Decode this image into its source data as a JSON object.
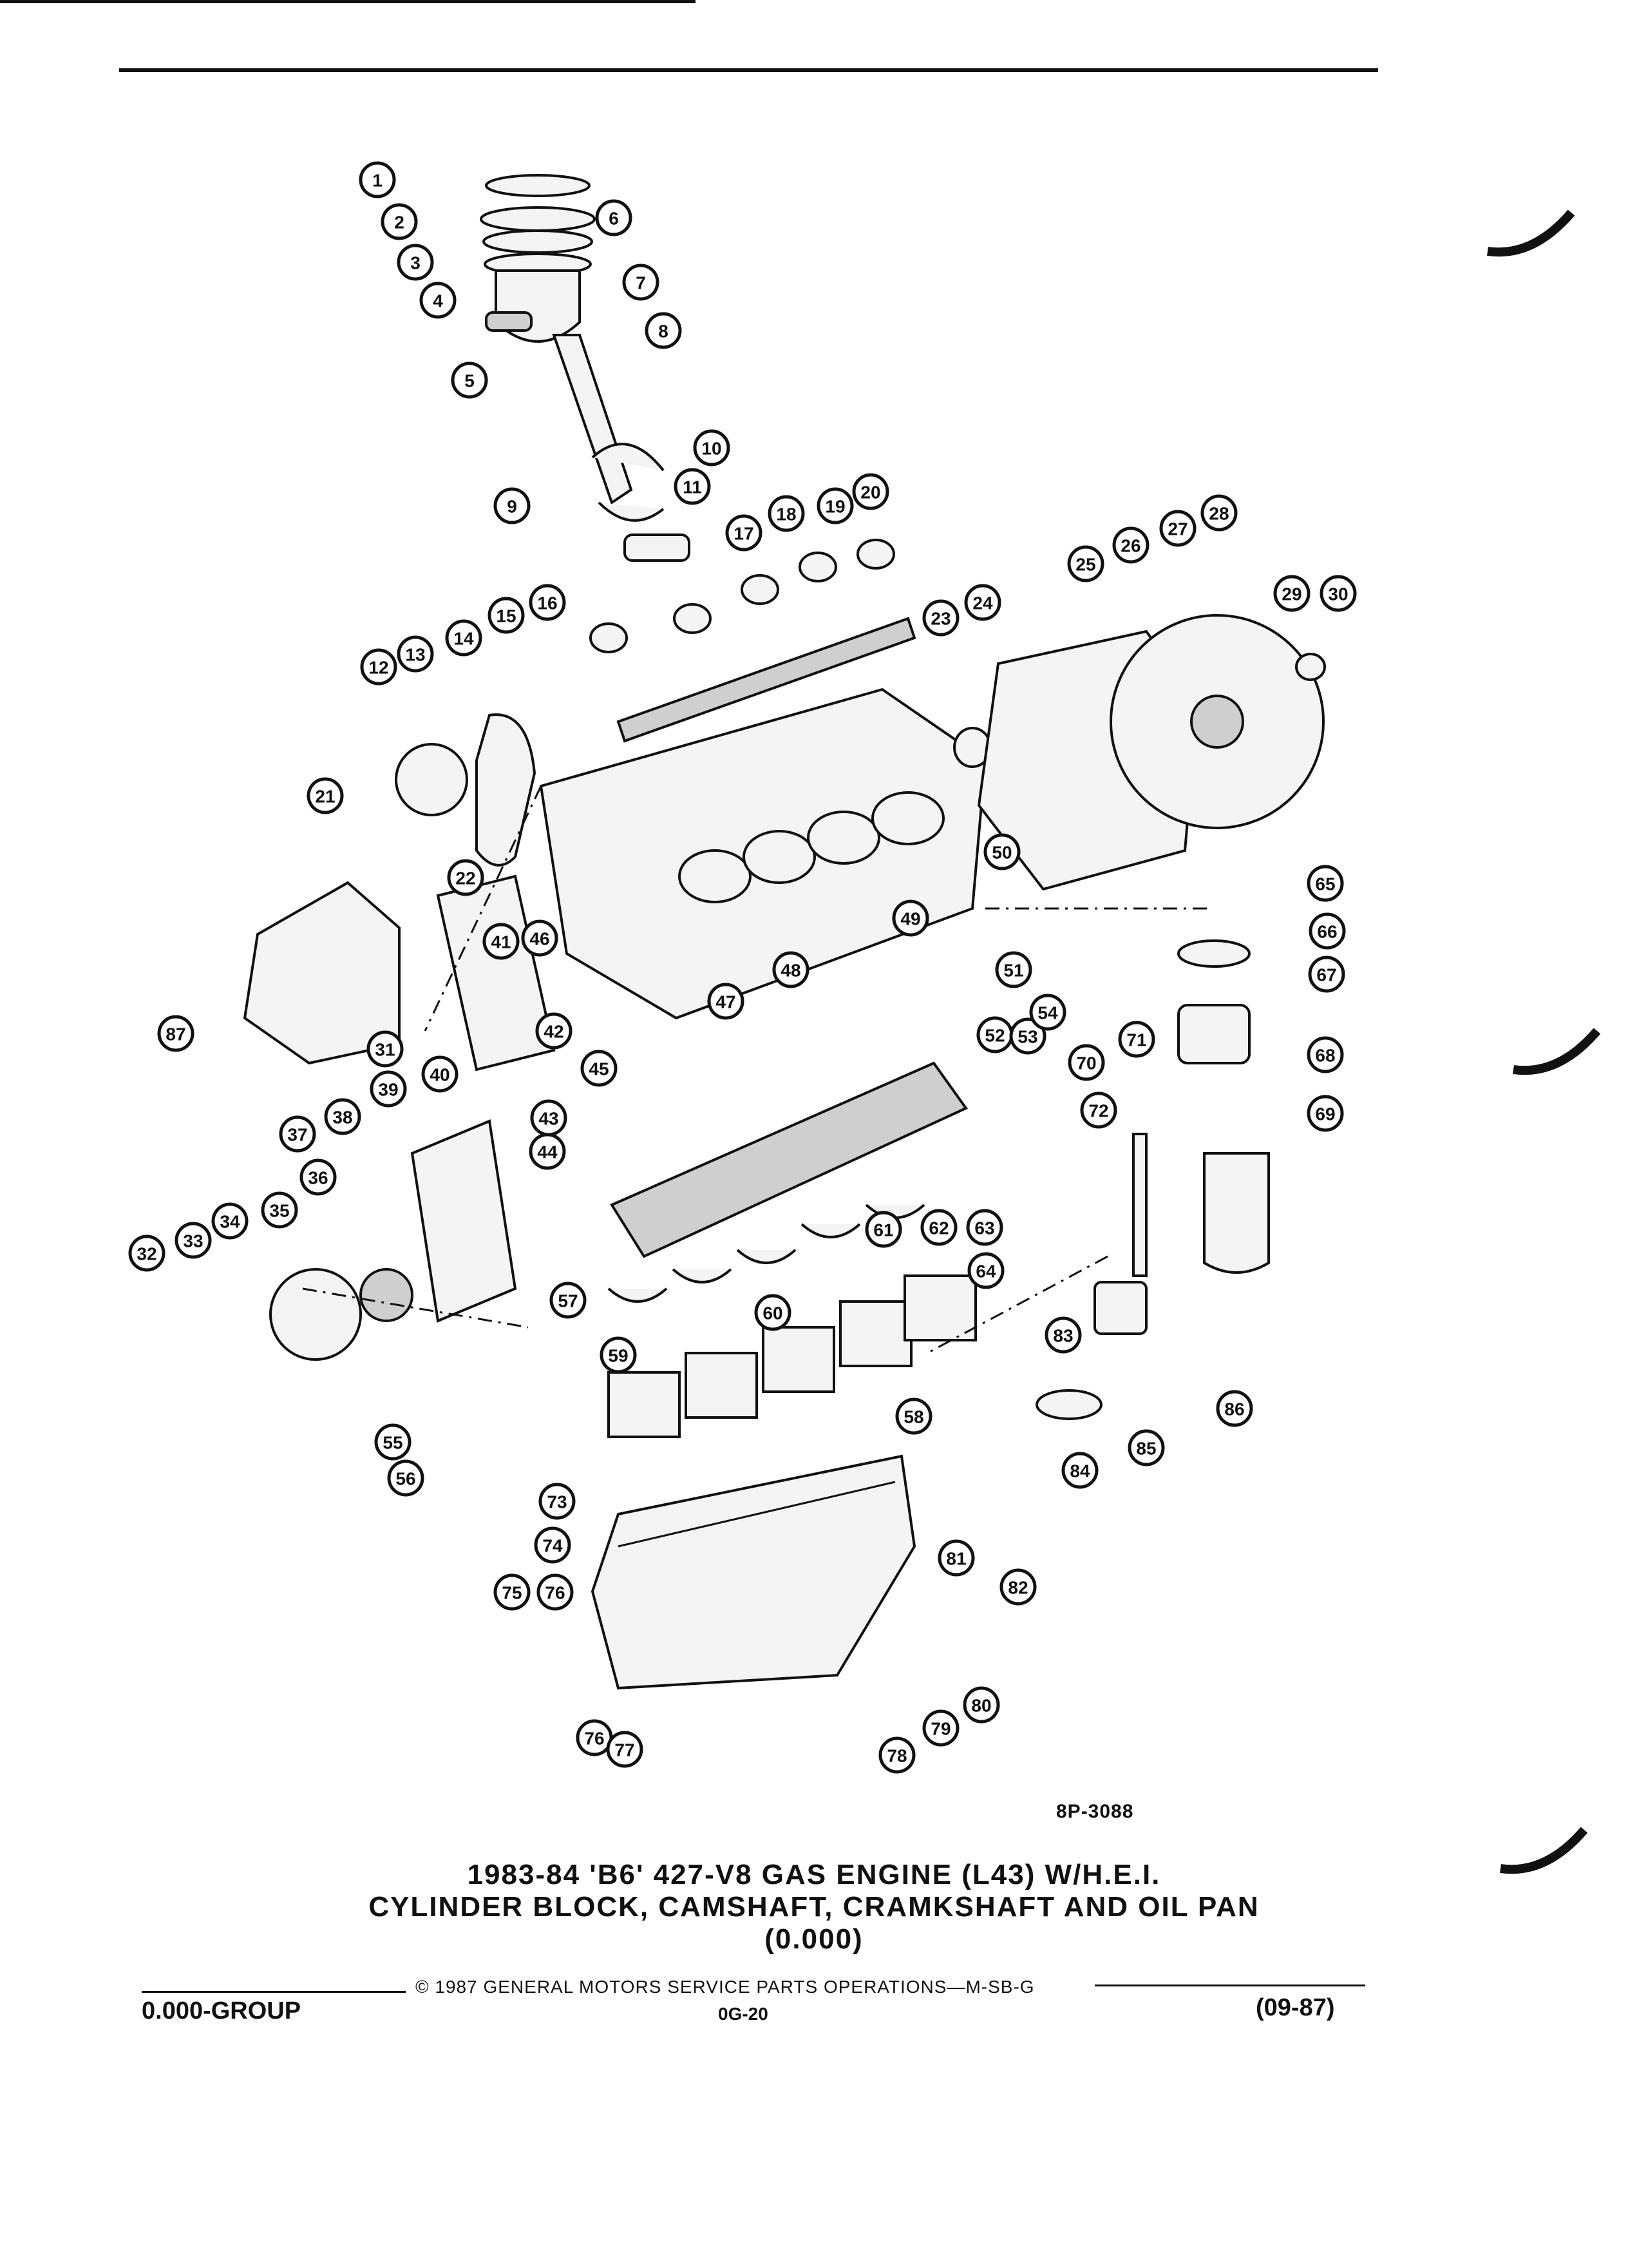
{
  "figure_code": "8P-3088",
  "title": {
    "line1": "1983-84 'B6' 427-V8 GAS ENGINE (L43) W/H.E.I.",
    "line2": "CYLINDER BLOCK, CAMSHAFT, CRAMKSHAFT AND OIL PAN",
    "line3": "(0.000)"
  },
  "footer": {
    "copyright": "© 1987 GENERAL MOTORS SERVICE PARTS OPERATIONS—M-SB-G",
    "group": "0.000-GROUP",
    "page": "0G-20",
    "date": "(09-87)"
  },
  "callouts": [
    "1",
    "2",
    "3",
    "4",
    "5",
    "6",
    "7",
    "8",
    "9",
    "10",
    "11",
    "12",
    "13",
    "14",
    "15",
    "16",
    "17",
    "18",
    "19",
    "20",
    "21",
    "22",
    "23",
    "24",
    "25",
    "26",
    "27",
    "28",
    "29",
    "30",
    "31",
    "32",
    "33",
    "34",
    "35",
    "36",
    "37",
    "38",
    "39",
    "40",
    "41",
    "42",
    "43",
    "44",
    "45",
    "46",
    "47",
    "48",
    "49",
    "50",
    "51",
    "52",
    "53",
    "54",
    "55",
    "56",
    "57",
    "58",
    "59",
    "60",
    "61",
    "62",
    "63",
    "64",
    "65",
    "66",
    "67",
    "68",
    "69",
    "70",
    "71",
    "72",
    "73",
    "74",
    "75",
    "76",
    "76",
    "77",
    "78",
    "79",
    "80",
    "81",
    "82",
    "83",
    "84",
    "85",
    "86",
    "87"
  ]
}
